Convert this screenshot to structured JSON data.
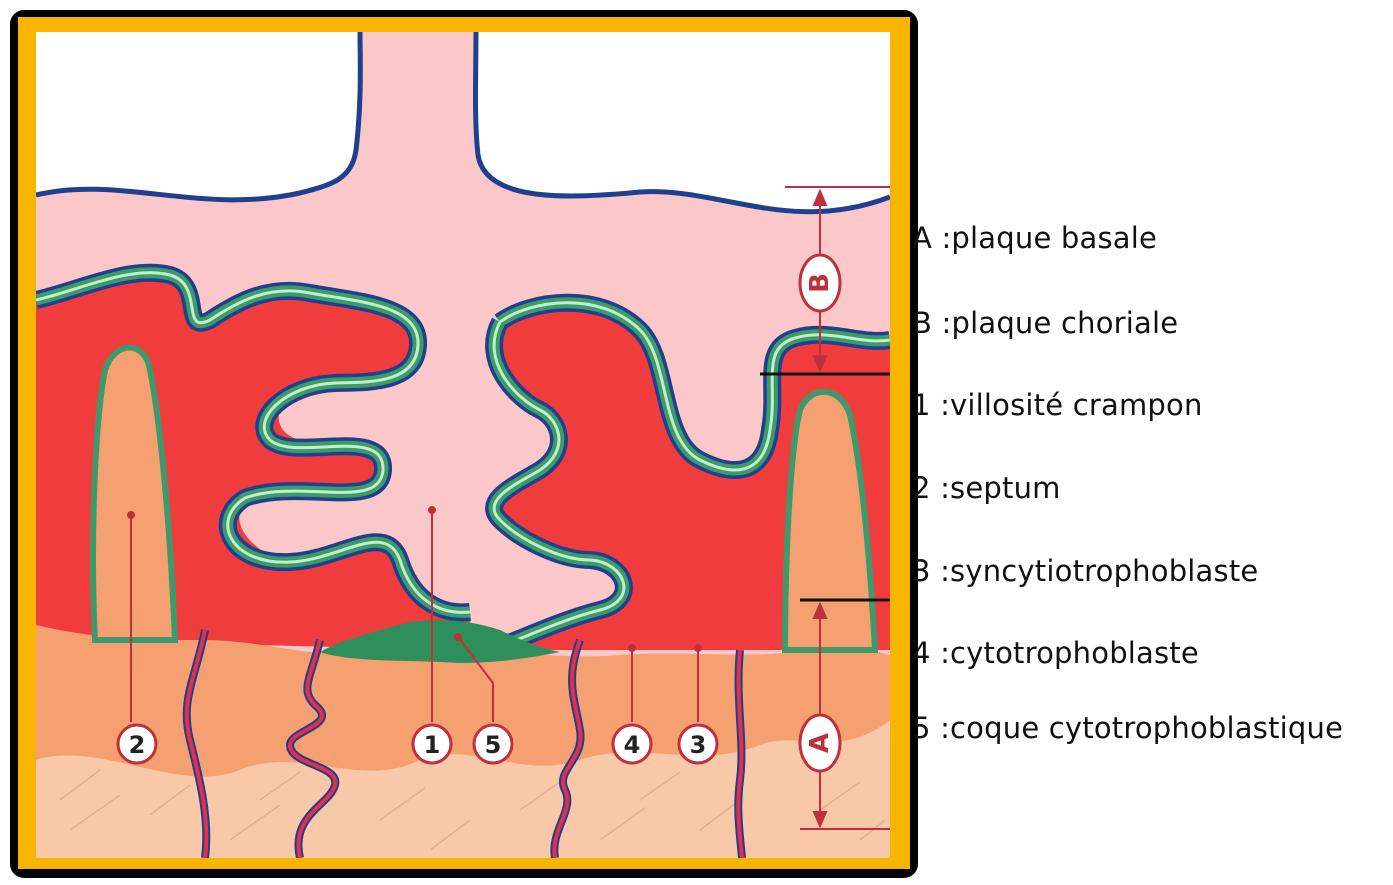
{
  "diagram": {
    "markers": {
      "m1": "1",
      "m2": "2",
      "m3": "3",
      "m4": "4",
      "m5": "5",
      "mA": "A",
      "mB": "B"
    }
  },
  "legend": [
    {
      "key": "A",
      "text": "A :plaque basale"
    },
    {
      "key": "B",
      "text": "B :plaque choriale"
    },
    {
      "key": "1",
      "text": "1 :villosité crampon"
    },
    {
      "key": "2",
      "text": "2 :septum"
    },
    {
      "key": "3",
      "text": "3 :syncytiotrophoblaste"
    },
    {
      "key": "4",
      "text": "4 :cytotrophoblaste"
    },
    {
      "key": "5",
      "text": "5 :coque cytotrophoblastique"
    }
  ],
  "colors": {
    "frame": "#f7b500",
    "chorion": "#fcc7c9",
    "intervillous_blood": "#f03c3c",
    "septum_decidua": "#f4a070",
    "endometrium": "#f8c8a8",
    "shell": "#2f8f5a",
    "trophoblast_green": "#3e9a6a",
    "trophoblast_blue": "#1f3f8f",
    "label_red": "#c0303c"
  }
}
